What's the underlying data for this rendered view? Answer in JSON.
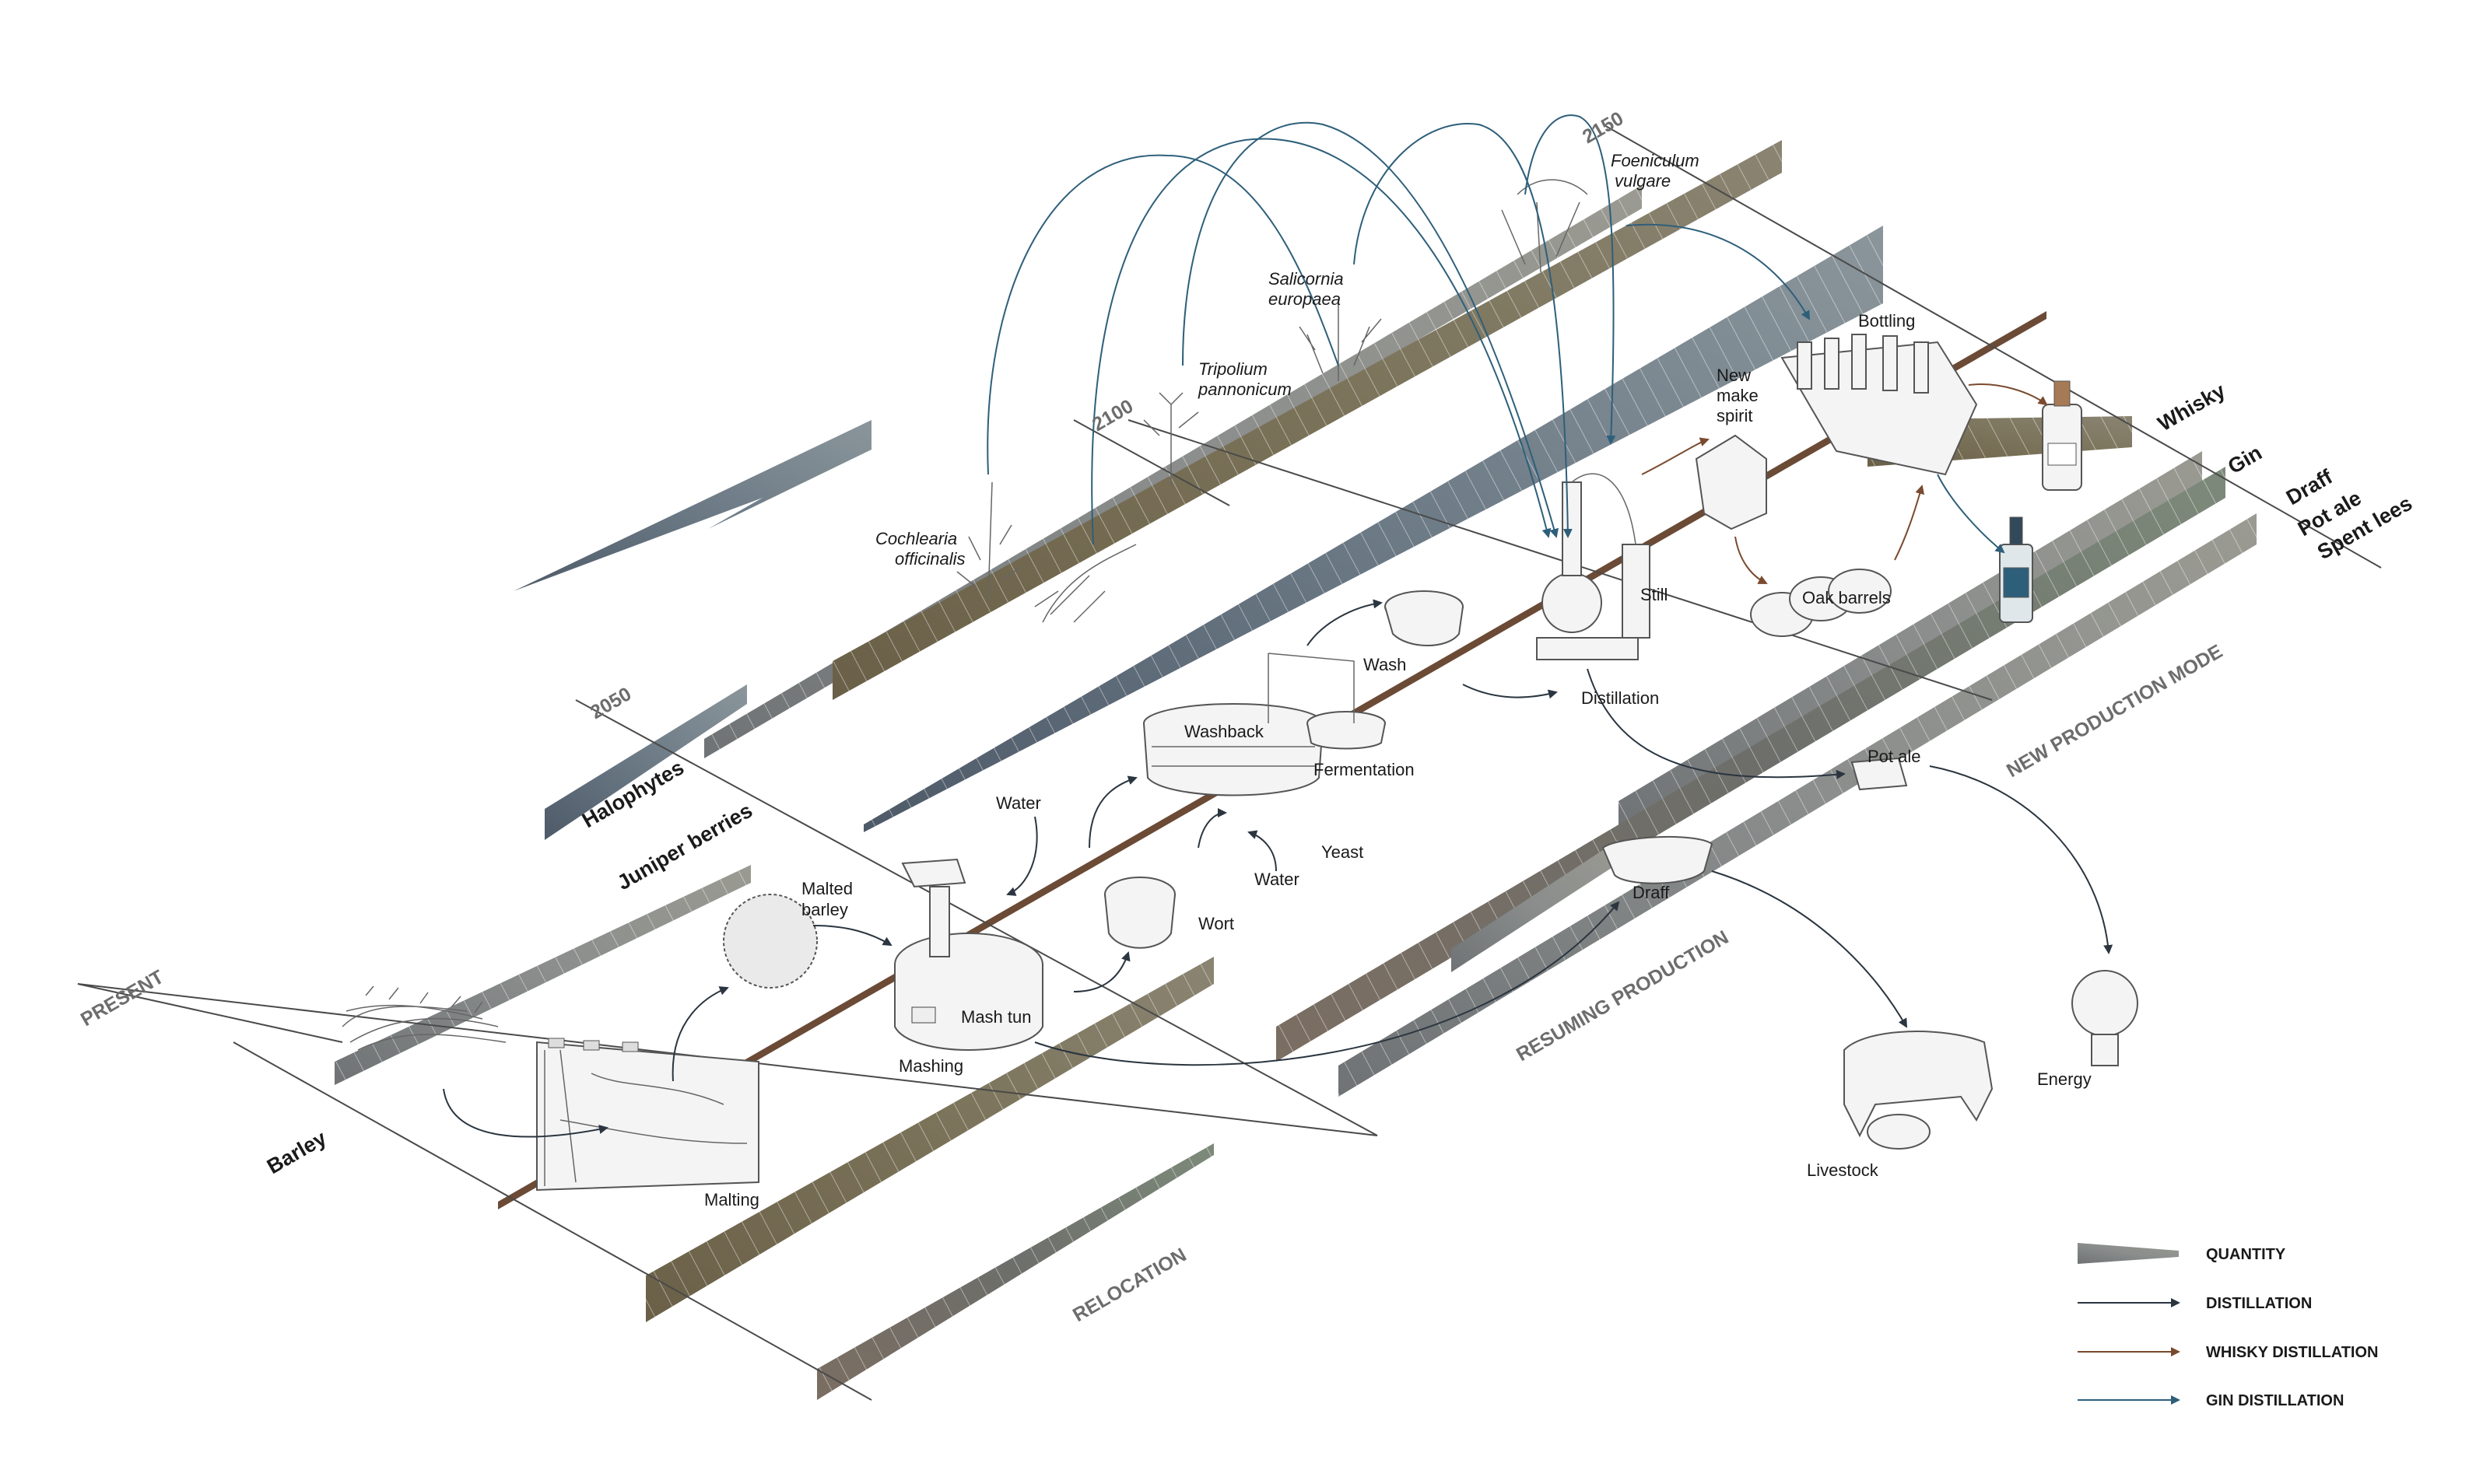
{
  "timeline": {
    "present": "PRESENT",
    "y2050": "2050",
    "y2100": "2100",
    "y2150": "2150"
  },
  "inputs": {
    "barley": "Barley",
    "halophytes": "Halophytes",
    "juniper": "Juniper berries"
  },
  "outputs": {
    "whisky": "Whisky",
    "gin": "Gin",
    "draff": "Draff",
    "pot_ale": "Pot ale",
    "spent_lees": "Spent lees"
  },
  "plants": {
    "cochlearia_1": "Cochlearia",
    "cochlearia_2": "officinalis",
    "tripolium_1": "Tripolium",
    "tripolium_2": "pannonicum",
    "salicornia_1": "Salicornia",
    "salicornia_2": "europaea",
    "foeniculum_1": "Foeniculum",
    "foeniculum_2": "vulgare"
  },
  "process": {
    "malted_barley_1": "Malted",
    "malted_barley_2": "barley",
    "malting": "Malting",
    "mash_tun": "Mash tun",
    "mashing": "Mashing",
    "water_1": "Water",
    "water_2": "Water",
    "wort": "Wort",
    "washback": "Washback",
    "fermentation": "Fermentation",
    "yeast": "Yeast",
    "wash": "Wash",
    "still": "Still",
    "distillation": "Distillation",
    "new_make_1": "New",
    "new_make_2": "make",
    "new_make_3": "spirit",
    "bottling": "Bottling",
    "oak_barrels": "Oak barrels",
    "pot_ale": "Pot ale",
    "draff": "Draff",
    "livestock": "Livestock",
    "energy": "Energy"
  },
  "phases": {
    "relocation": "RELOCATION",
    "resuming": "RESUMING PRODUCTION",
    "new_mode": "NEW PRODUCTION MODE"
  },
  "legend": {
    "quantity": "QUANTITY",
    "distillation": "DISTILLATION",
    "whisky": "WHISKY DISTILLATION",
    "gin": "GIN DISTILLATION"
  },
  "colors": {
    "distillation": "#2a3540",
    "whisky": "#7a4a2e",
    "gin": "#2e5f7a",
    "band_grey": "#7d8183",
    "band_blue": "#5d6b78",
    "band_brown": "#6e6350",
    "guide": "#4a4a4a"
  }
}
